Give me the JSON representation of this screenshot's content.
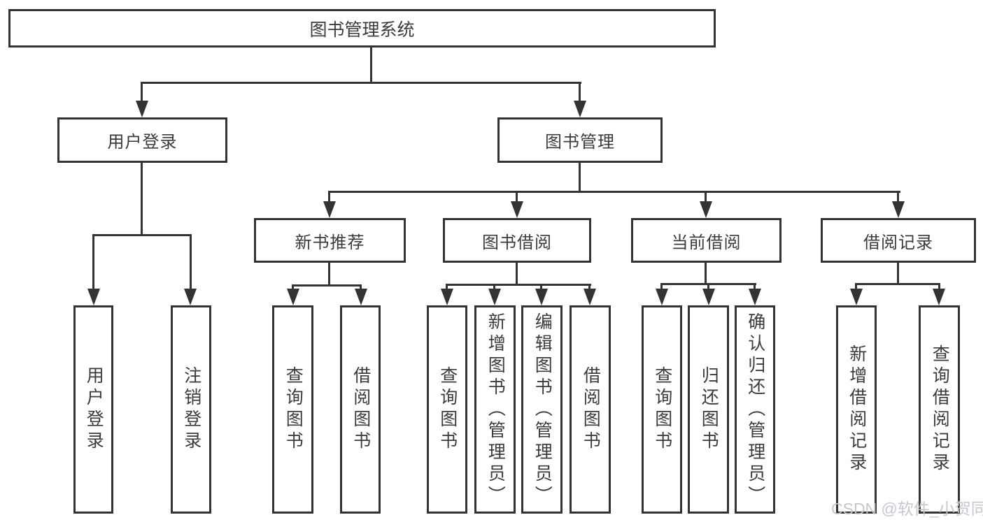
{
  "tree": {
    "root": {
      "label": "图书管理系统"
    },
    "branches": [
      {
        "label": "用户登录",
        "children": [
          {
            "label": "用户登录"
          },
          {
            "label": "注销登录"
          }
        ]
      },
      {
        "label": "图书管理",
        "children": [
          {
            "label": "新书推荐",
            "children": [
              {
                "label": "查询图书"
              },
              {
                "label": "借阅图书"
              }
            ]
          },
          {
            "label": "图书借阅",
            "children": [
              {
                "label": "查询图书"
              },
              {
                "label": "新增图书（管理员）"
              },
              {
                "label": "编辑图书（管理员）"
              },
              {
                "label": "借阅图书"
              }
            ]
          },
          {
            "label": "当前借阅",
            "children": [
              {
                "label": "查询图书"
              },
              {
                "label": "归还图书"
              },
              {
                "label": "确认归还（管理员）"
              }
            ]
          },
          {
            "label": "借阅记录",
            "children": [
              {
                "label": "新增借阅记录"
              },
              {
                "label": "查询借阅记录"
              }
            ]
          }
        ]
      }
    ]
  },
  "watermark": {
    "text": "CSDN @软件_小贺同学"
  },
  "colors": {
    "border": "#333333",
    "line": "#333333",
    "text": "#3b3b3e",
    "watermark": "#c3c6cd",
    "background": "#ffffff"
  }
}
